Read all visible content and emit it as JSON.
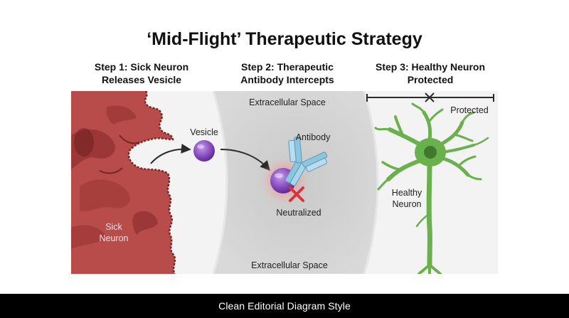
{
  "title": "‘Mid-Flight’ Therapeutic Strategy",
  "steps": [
    {
      "line1": "Step 1: Sick Neuron",
      "line2": "Releases Vesicle"
    },
    {
      "line1": "Step 2: Therapeutic",
      "line2": "Antibody Intercepts"
    },
    {
      "line1": "Step 3: Healthy Neuron",
      "line2": "Protected"
    }
  ],
  "labels": {
    "extracellular_top": "Extracellular Space",
    "extracellular_bottom": "Extracellular Space",
    "vesicle": "Vesicle",
    "antibody": "Antibody",
    "neutralized": "Neutralized",
    "sick_neuron_line1": "Sick",
    "sick_neuron_line2": "Neuron",
    "healthy_neuron_line1": "Healthy",
    "healthy_neuron_line2": "Neuron",
    "protected": "Protected"
  },
  "caption": "Clean Editorial Diagram Style",
  "colors": {
    "sick_neuron": "#b84c4a",
    "sick_neuron_dark": "#8f2f2e",
    "vesicle": "#8a4fc2",
    "antibody": "#8ec5dd",
    "healthy_neuron": "#6ab04c",
    "neutralize_cross": "#d9343a",
    "extracellular_band": "#cfcfcf",
    "panel_bg": "#f2f2f2",
    "caption_bar": "#000000"
  }
}
